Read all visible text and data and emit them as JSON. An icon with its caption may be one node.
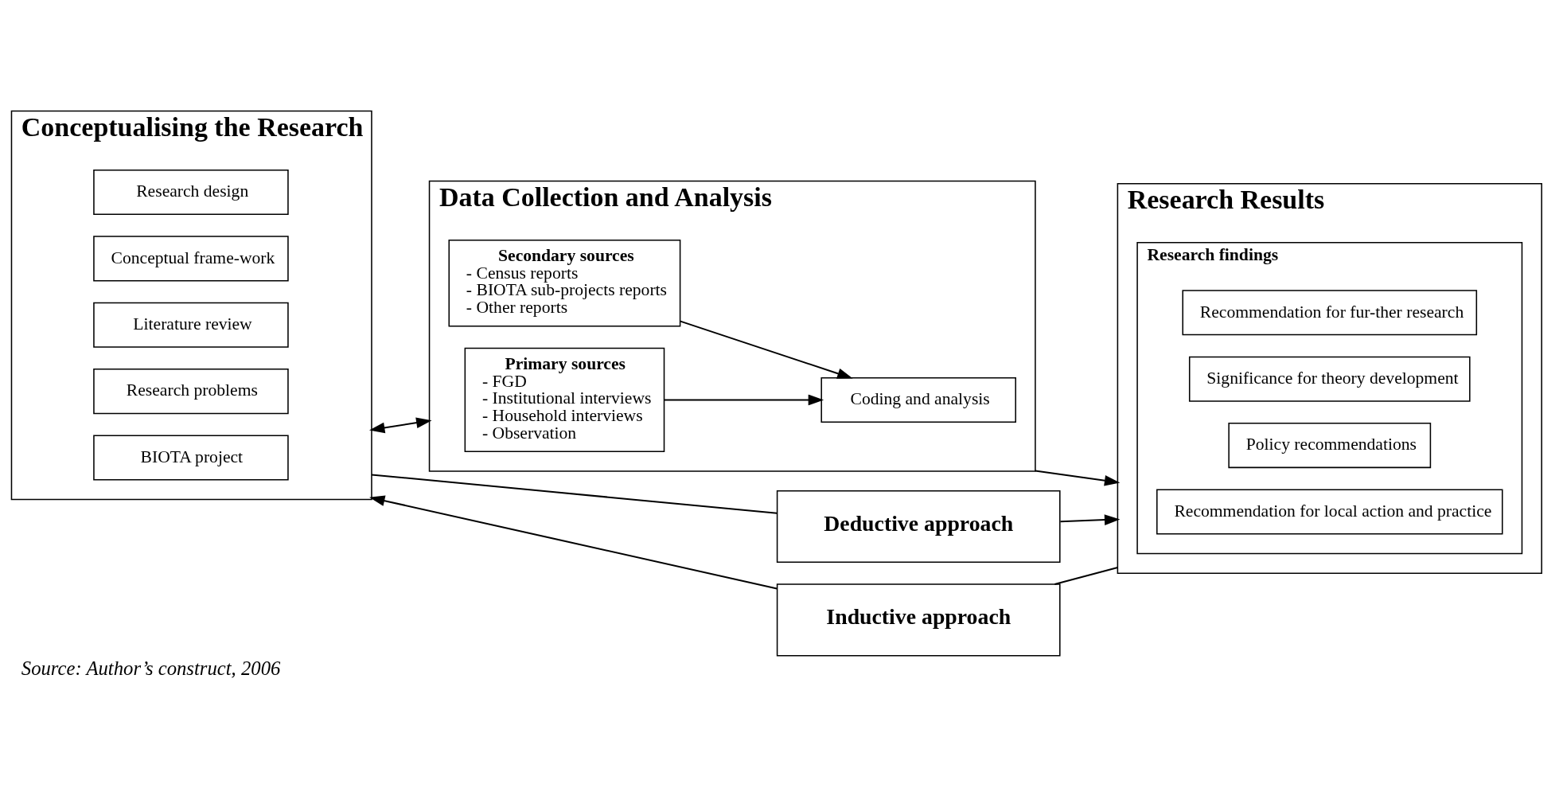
{
  "diagram": {
    "caption": "Source: Author’s construct, 2006",
    "nodes": [
      {
        "text": [
          "Deductive approach"
        ]
      },
      {
        "text": [
          "Conceptualising the Research"
        ]
      },
      {
        "text": [
          "BIOTA project"
        ],
        "in": 1
      },
      {
        "text": [
          "Research problems"
        ],
        "in": 1
      },
      {
        "text": [
          "Literature review"
        ],
        "in": 1
      },
      {
        "text": [
          "Conceptual frame-work"
        ],
        "in": 1
      },
      {
        "text": [
          "Research design"
        ],
        "in": 1
      },
      {
        "text": [
          "Data Collection and Analysis"
        ]
      },
      {
        "text": [
          "Primary sources",
          "- FGD",
          "- Institutional interviews",
          "- Household interviews",
          "- Observation"
        ],
        "in": 7
      },
      {
        "text": [
          "Secondary sources",
          "- Census reports",
          "- BIOTA sub-projects reports",
          "- Other reports"
        ],
        "in": 7
      },
      {
        "text": [
          "Coding and analysis"
        ],
        "in": 7
      },
      {
        "text": [
          "Research Results"
        ]
      },
      {
        "text": [
          "Research findings"
        ],
        "in": 11
      },
      {
        "text": [
          "Recommendation for local action and practice"
        ],
        "in": 12
      },
      {
        "text": [
          "Policy recommendations"
        ],
        "in": 12
      },
      {
        "text": [
          "Significance for theory development"
        ],
        "in": 12
      },
      {
        "text": [
          "Recommendation for fur-ther research"
        ],
        "in": 12
      },
      {
        "text": [
          "Inductive approach"
        ]
      }
    ],
    "edges": [
      {
        "from": 1,
        "to": 0,
        "arrow": "none"
      },
      {
        "from": 0,
        "to": 11,
        "arrow": "to"
      },
      {
        "from": 1,
        "to": 7,
        "arrow": "both"
      },
      {
        "from": 8,
        "to": 10,
        "arrow": "to"
      },
      {
        "from": 9,
        "to": 10,
        "arrow": "to"
      },
      {
        "from": 7,
        "to": 11,
        "arrow": "to"
      },
      {
        "from": 11,
        "to": 17,
        "arrow": "none"
      },
      {
        "from": 17,
        "to": 1,
        "arrow": "to"
      }
    ]
  }
}
